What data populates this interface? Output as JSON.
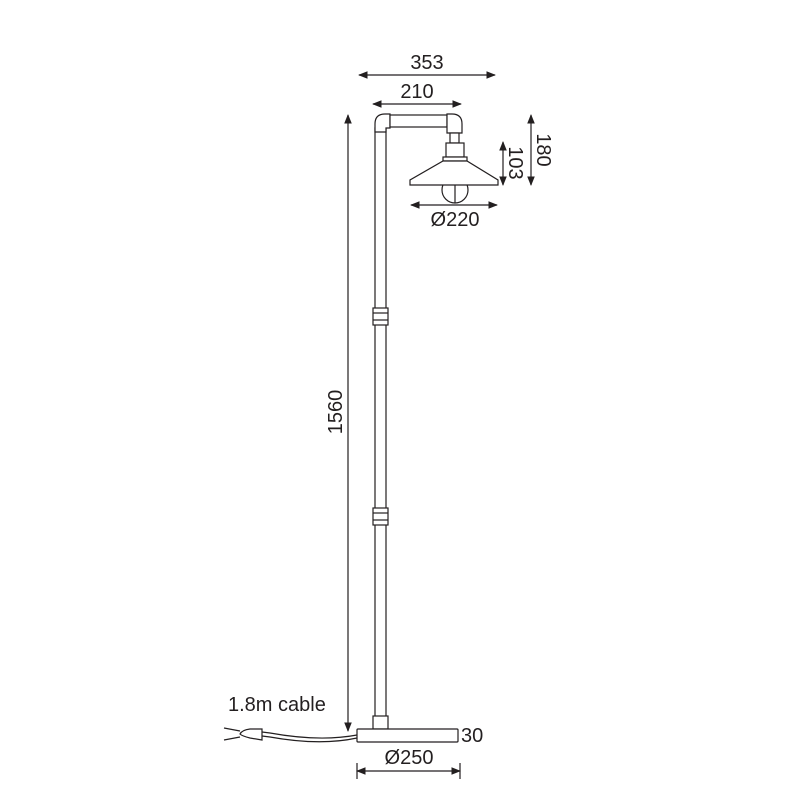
{
  "dimensions": {
    "overall_width": "353",
    "arm_length": "210",
    "height": "1560",
    "head_height": "180",
    "shade_height": "103",
    "shade_diameter": "Ø220",
    "base_diameter": "Ø250",
    "base_thickness": "30"
  },
  "cable_label": "1.8m cable",
  "colors": {
    "line": "#231f20",
    "background": "#ffffff"
  }
}
